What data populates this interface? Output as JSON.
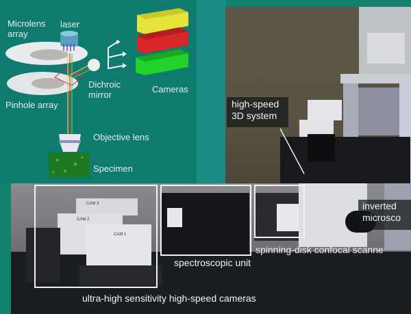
{
  "diagram": {
    "labels": {
      "microlens_array": [
        "Microlens",
        "array"
      ],
      "laser": "laser",
      "dichroic_mirror": [
        "Dichroic",
        "mirror"
      ],
      "cameras": "Cameras",
      "pinhole_array": "Pinhole array",
      "objective_lens": "Objective lens",
      "specimen": "Specimen"
    },
    "camera_colors": [
      "#e3e33a",
      "#d8262a",
      "#22d12a"
    ],
    "background_color": "#0f7a6e"
  },
  "photo": {
    "annotations": {
      "high_speed_3d": [
        "high-speed",
        "3D system"
      ],
      "inverted_microscope": [
        "inverted",
        "microsco"
      ],
      "spinning_disk": "spinning-disk confocal scanne",
      "spectroscopic": "spectroscopic unit",
      "cameras": "ultra-high sensitivity high-speed cameras"
    },
    "camera_unit_labels": [
      "CAM 1",
      "CAM 2",
      "CAM 3"
    ]
  }
}
